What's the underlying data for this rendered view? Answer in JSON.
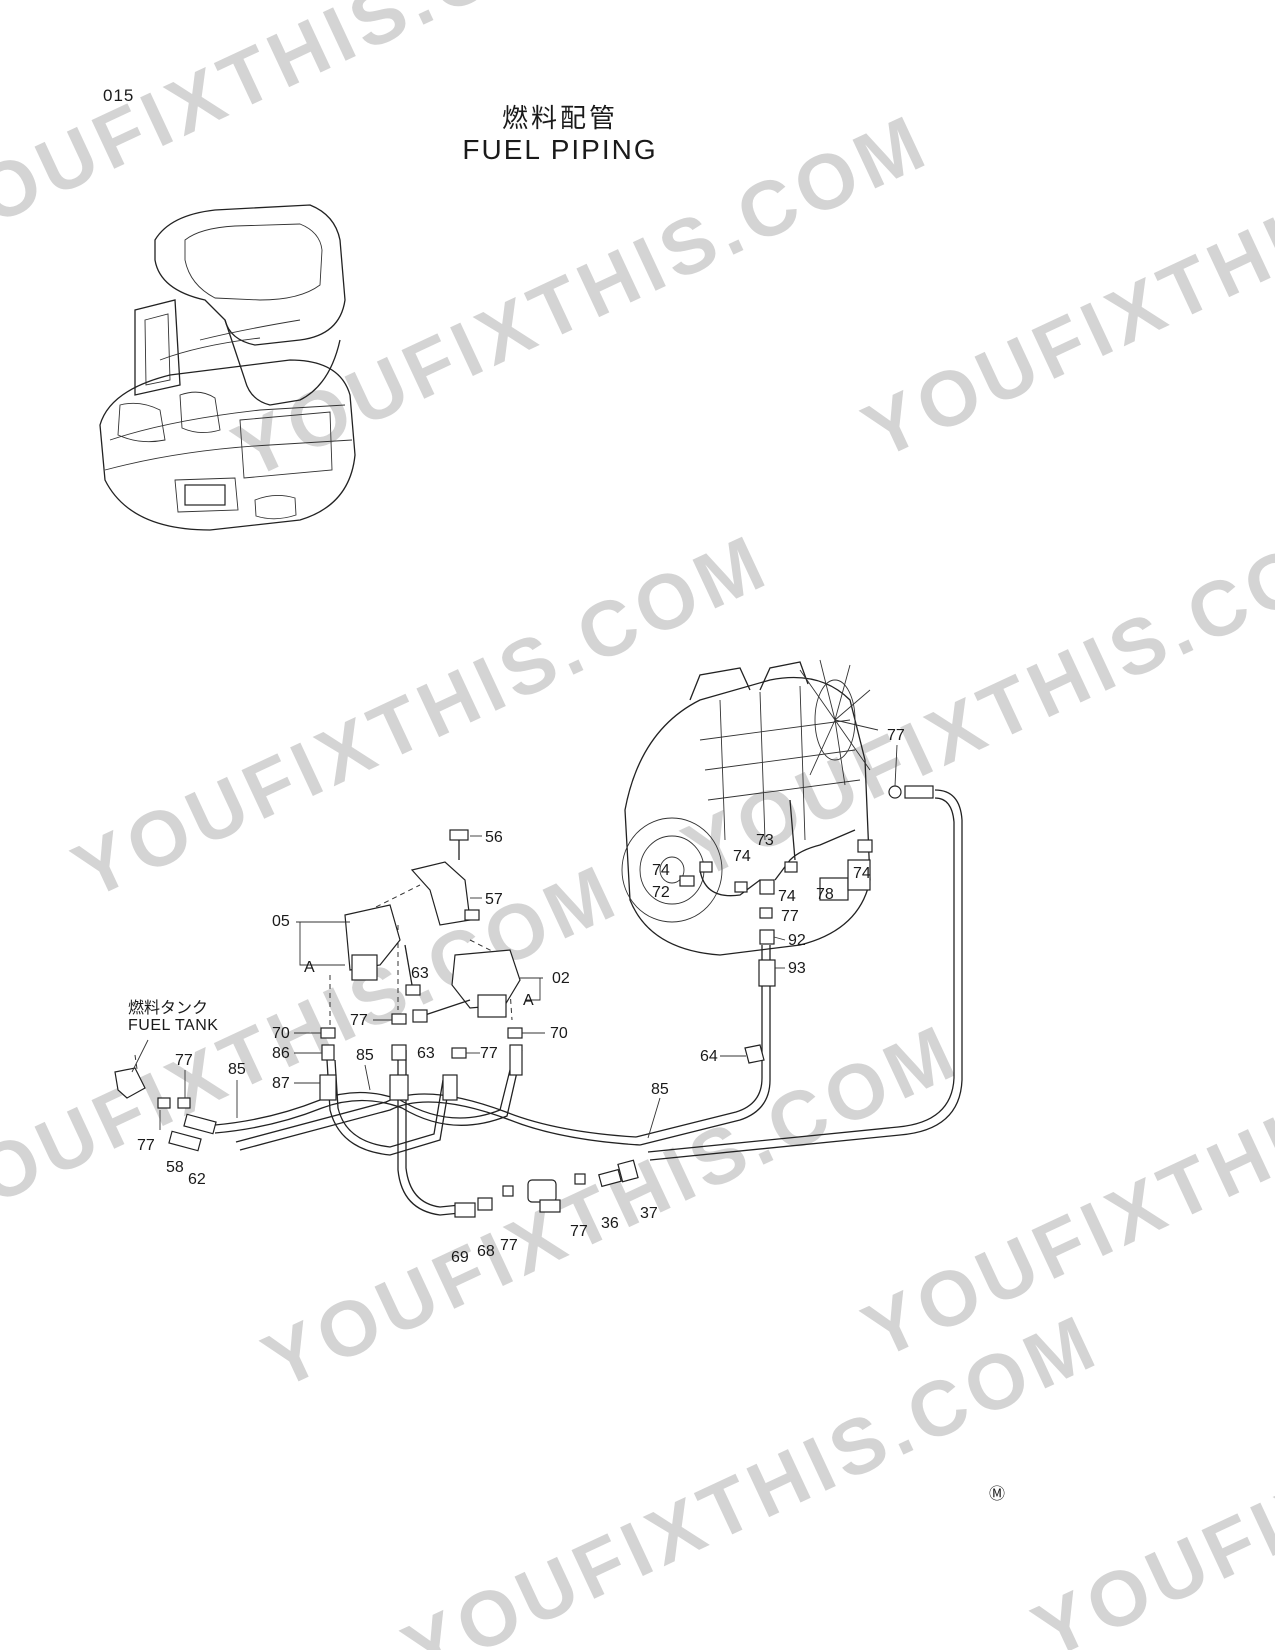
{
  "page_number": "015",
  "title_jp": "燃料配管",
  "title_en": "FUEL PIPING",
  "fuel_tank_label_jp": "燃料タンク",
  "fuel_tank_label_en": "FUEL TANK",
  "footer_mark": "Ⓜ",
  "watermark_text": "YOUFIXTHIS.COM",
  "callouts": [
    "56",
    "57",
    "05",
    "A",
    "63",
    "02",
    "A",
    "77",
    "70",
    "70",
    "63",
    "77",
    "86",
    "87",
    "85",
    "77",
    "85",
    "58",
    "62",
    "77",
    "69",
    "68",
    "77",
    "77",
    "36",
    "37",
    "85",
    "64",
    "93",
    "92",
    "77",
    "74",
    "72",
    "74",
    "73",
    "74",
    "78",
    "74",
    "77"
  ]
}
